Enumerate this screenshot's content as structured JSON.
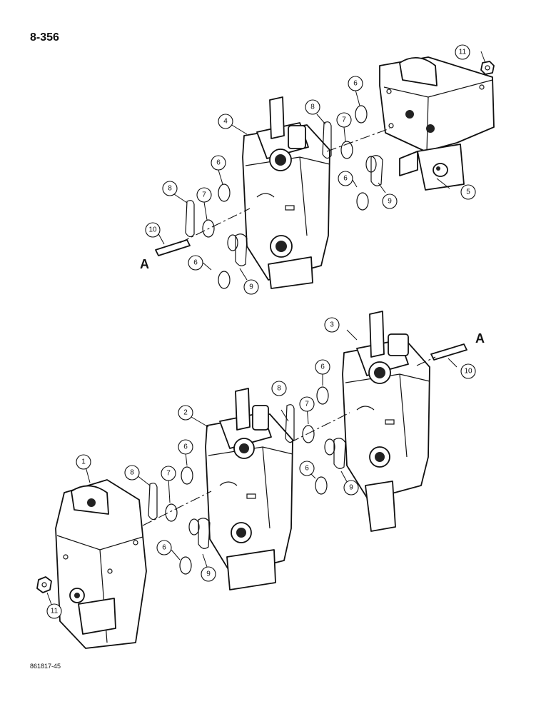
{
  "page": {
    "number": "8-356",
    "doc_ref": "861817-45"
  },
  "callouts": {
    "c1": "1",
    "c2": "2",
    "c3": "3",
    "c4": "4",
    "c5": "5",
    "c6": "6",
    "c7": "7",
    "c8": "8",
    "c9": "9",
    "c10": "10",
    "c11": "11"
  },
  "reference": {
    "letter": "A"
  }
}
